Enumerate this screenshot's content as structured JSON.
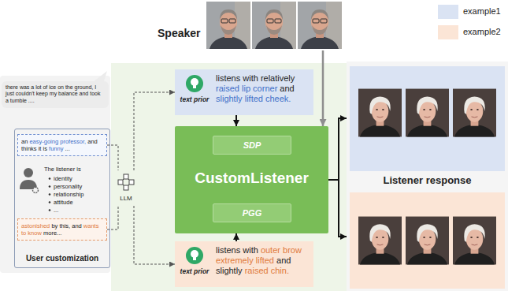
{
  "diagram": {
    "nodes": [
      {
        "text": [
          "Speaker"
        ]
      },
      {
        "text": [
          "there was a lot of ice on the ground, I just couldn't keep my balance and took a tumble ...."
        ]
      },
      {
        "text": [
          "User customization"
        ]
      },
      {
        "text": [
          "an easy-going professor, and thinks it is funny ..."
        ],
        "in": 2
      },
      {
        "text": [
          "astonished by this, and wants to know more..."
        ],
        "in": 2
      },
      {
        "text": [
          "LLM"
        ]
      },
      {
        "text": [
          "text prior",
          "listens with relatively raised lip corner and slightly lifted cheek."
        ]
      },
      {
        "text": [
          "CustomListener"
        ]
      },
      {
        "text": [
          "SDP"
        ],
        "in": 7
      },
      {
        "text": [
          "PGG"
        ],
        "in": 7
      },
      {
        "text": [
          "text prior",
          "listens with outer brow extremely lifted and slightly raised chin."
        ]
      },
      {
        "text": [
          "Listener response"
        ]
      }
    ],
    "edges": [
      {
        "from": 3,
        "to": 5,
        "arrow": "none"
      },
      {
        "from": 4,
        "to": 5,
        "arrow": "none"
      },
      {
        "from": 5,
        "to": 6,
        "arrow": "to"
      },
      {
        "from": 5,
        "to": 10,
        "arrow": "to"
      },
      {
        "from": 0,
        "to": 7,
        "arrow": "to"
      },
      {
        "from": 6,
        "to": 7,
        "arrow": "to"
      },
      {
        "from": 10,
        "to": 7,
        "arrow": "to"
      },
      {
        "from": 7,
        "to": 11,
        "arrow": "to"
      }
    ],
    "labels": [
      "The listener is",
      "identity",
      "personality",
      "relationship",
      "attitude",
      "..."
    ],
    "legend": [
      {
        "text": "example1",
        "color": "#dae3f3"
      },
      {
        "text": "example2",
        "color": "#fbe5d6"
      }
    ]
  }
}
